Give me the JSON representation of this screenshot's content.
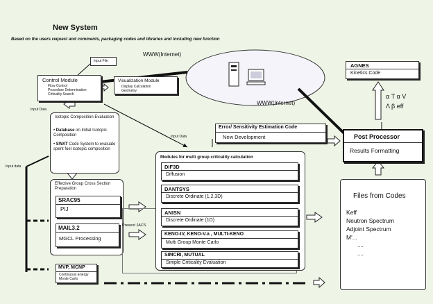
{
  "title": "New System",
  "subtitle": "Based on the users request and comments, packaging codes and libraries and including new function",
  "input_file": "Input File",
  "www_top": "WWW(Internet)",
  "www_right": "WWW(Internet)",
  "control": {
    "title": "Control Module",
    "items": [
      "Flow Control",
      "Procedure Determination",
      "Criticality Search"
    ]
  },
  "visualization": {
    "title": "Visualization Module",
    "items": [
      "Display Calculation",
      "Geometry"
    ]
  },
  "input_data_1": "Input Data",
  "input_data_2": "Input Data",
  "input_data_3": "Input data",
  "isotopic": {
    "title": "Isotopic Composition Evaluation",
    "bullet1_bold": "Database",
    "bullet1_rest": " on Initial Isotopic Composition",
    "bullet2_bold": "SWAT",
    "bullet2_rest": " Code System to evaluate spent fuel isotopic composition"
  },
  "cross_section": {
    "title": "Effective Group Cross Section Preparation",
    "srac_name": "SRAC95",
    "srac_desc": "PIJ",
    "mail_name": "MAIL3.2",
    "mail_desc": "MGCL Processing"
  },
  "present_jacs": "Present JACS",
  "mvp": {
    "name": "MVP, MCNP",
    "desc1": "Continuous Energy",
    "desc2": "Monte Carlo"
  },
  "modules": {
    "title": "Modules for multi group criticality calculation",
    "items": [
      {
        "name": "DIF3D",
        "desc": "Diffusion"
      },
      {
        "name": "DANTSYS",
        "desc": "Discrete Ordinate (1,2,3D)"
      },
      {
        "name": "ANISN",
        "desc": "Discrete Ordinate (1D)"
      },
      {
        "name": "KENO-IV, KENO-V.a , MULTI-KENO",
        "desc": "Multi Group Monte Carlo"
      },
      {
        "name": "SIMCRI, MUTUAL",
        "desc": "Simple Criticality Evaluation"
      }
    ]
  },
  "error_box": {
    "title": "Error/ Sensitivity Estimation Code",
    "desc": "New Development"
  },
  "agnes": {
    "title": "AGNES",
    "desc": "Kinetics Code"
  },
  "greek": {
    "line1": "α T α V",
    "line2": "Λ  β eff"
  },
  "post_processor": {
    "title": "Post Processor",
    "desc": "Results Formatting"
  },
  "files": {
    "title": "Files from Codes",
    "items": [
      "Keff",
      "Neutron Spectrum",
      "Adjoint Spectrum",
      "M'...",
      "....",
      "...."
    ]
  },
  "colors": {
    "background": "#eef4e6",
    "ellipse_fill": "#f4f4fa",
    "line": "#111111"
  }
}
